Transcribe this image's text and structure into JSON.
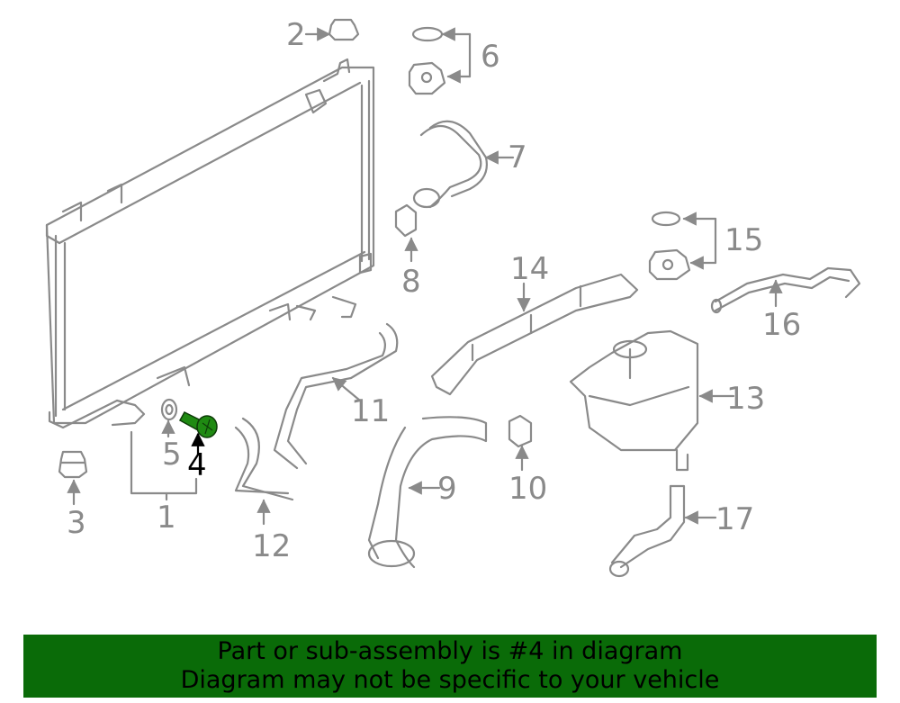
{
  "diagram": {
    "labels": [
      "1",
      "2",
      "3",
      "4",
      "5",
      "6",
      "7",
      "8",
      "9",
      "10",
      "11",
      "12",
      "13",
      "14",
      "15",
      "16",
      "17"
    ],
    "highlighted_part": "4",
    "colors": {
      "outline": "#8a8a8a",
      "highlight": "#1f8a12",
      "banner": "#0a6b08"
    }
  },
  "banner": {
    "line1": "Part or sub-assembly is #4 in diagram",
    "line2": "Diagram may not be specific to your vehicle"
  }
}
